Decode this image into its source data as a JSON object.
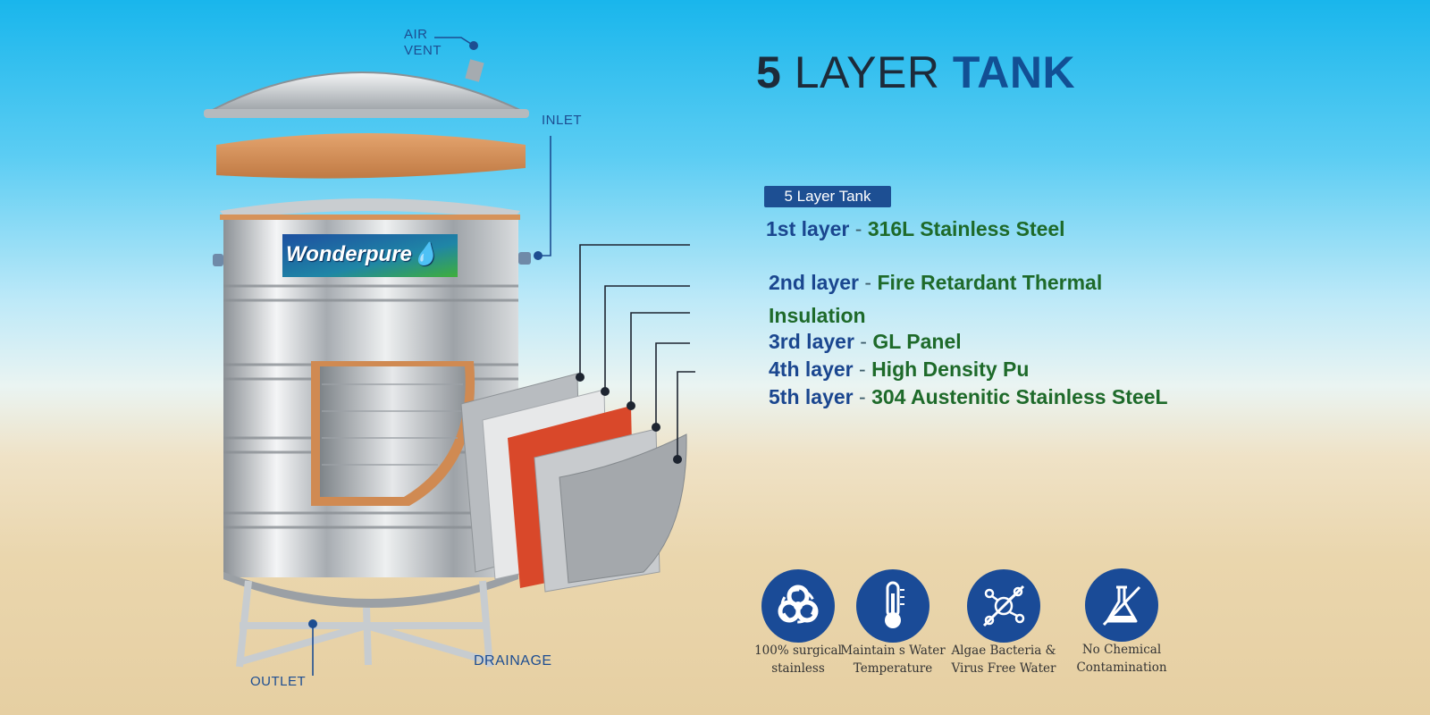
{
  "heading": {
    "num": "5",
    "layer": "LAYER",
    "tank": "TANK"
  },
  "badge": "5 Layer Tank",
  "layers": [
    {
      "label": "1st layer",
      "sep": "-",
      "desc": "316L Stainless Steel"
    },
    {
      "label": "2nd layer",
      "sep": "-",
      "desc": "Fire Retardant Thermal",
      "desc2": "Insulation"
    },
    {
      "label": "3rd layer",
      "sep": "-",
      "desc": "GL Panel"
    },
    {
      "label": "4th layer",
      "sep": "-",
      "desc": "High Density Pu"
    },
    {
      "label": "5th layer",
      "sep": "-",
      "desc": "304 Austenitic Stainless SteeL"
    }
  ],
  "tank_labels": {
    "air_vent_1": "AIR",
    "air_vent_2": "VENT",
    "inlet": "INLET",
    "outlet": "OUTLET",
    "drainage": "DRAINAGE"
  },
  "brand": "Wonderpure",
  "features": [
    {
      "icon": "biohazard-icon",
      "line1": "100% surgical",
      "line2": "stainless"
    },
    {
      "icon": "thermometer-icon",
      "line1": "Maintain s Water",
      "line2": "Temperature"
    },
    {
      "icon": "bacteria-icon",
      "line1": "Algae Bacteria &",
      "line2": "Virus Free Water"
    },
    {
      "icon": "flask-icon",
      "line1": "No Chemical",
      "line2": "Contamination"
    }
  ],
  "colors": {
    "accent": "#1a4b97",
    "green": "#1e6a2a",
    "copper": "#d08a52"
  }
}
